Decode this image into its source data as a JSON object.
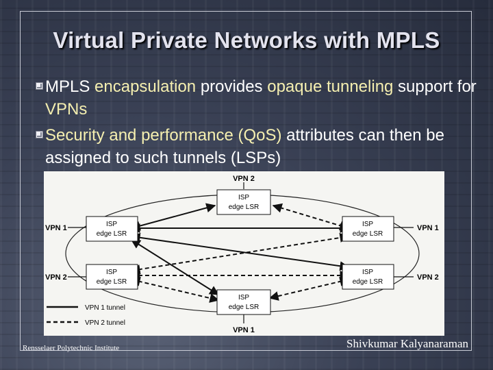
{
  "slide": {
    "title": "Virtual Private Networks with MPLS",
    "bullets": [
      {
        "parts": [
          "MPLS ",
          "encapsulation",
          " provides ",
          "opaque tunneling",
          " support for ",
          "VPNs"
        ]
      },
      {
        "parts": [
          "Security and performance (",
          "Qo",
          "S)",
          " attributes can then be assigned to such tunnels (LSPs)"
        ]
      }
    ],
    "footer_left": "Rensselaer Polytechnic Institute",
    "footer_right": "Shivkumar Kalyanaraman"
  },
  "diagram": {
    "vpn2_top": "VPN 2",
    "vpn1_bottom": "VPN 1",
    "vpn1_left": "VPN 1",
    "vpn2_left": "VPN 2",
    "vpn1_right": "VPN 1",
    "vpn2_right": "VPN 2",
    "isp": "ISP",
    "edge": "edge LSR",
    "legend_vpn1": "VPN 1 tunnel",
    "legend_vpn2": "VPN 2 tunnel"
  },
  "colors": {
    "title": "#e3e3ee",
    "highlight": "#f5efb0",
    "diagram_bg": "#f5f5f2"
  }
}
